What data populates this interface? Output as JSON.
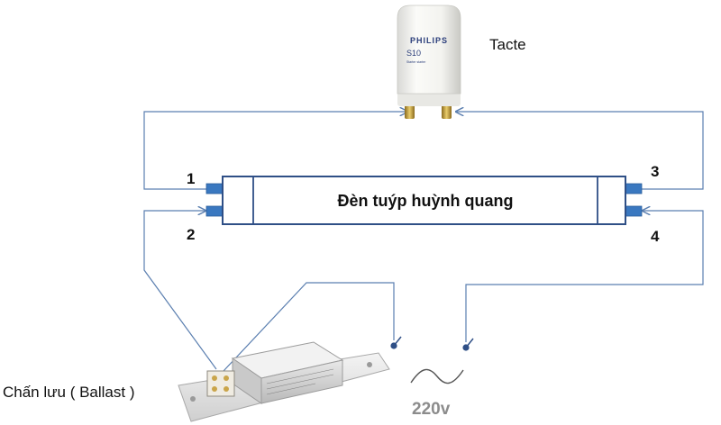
{
  "starter": {
    "label": "Tacte",
    "brand": "PHILIPS",
    "model": "S10",
    "caption": "Starter starter"
  },
  "tube": {
    "label": "Đèn tuýp huỳnh quang"
  },
  "terminals": [
    "1",
    "2",
    "3",
    "4"
  ],
  "ballast": {
    "label": "Chấn lưu ( Ballast )"
  },
  "supply": {
    "label": "220v"
  },
  "colors": {
    "wire": "#5b7fb0",
    "tube_border": "#2f4f86",
    "pin": "#3a78c0",
    "text": "#111111",
    "supply_text": "#8c8c8c"
  }
}
